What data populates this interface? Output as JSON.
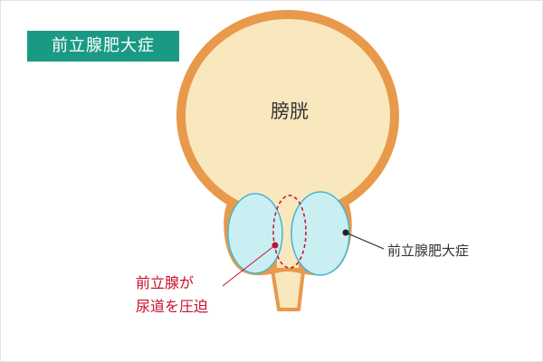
{
  "title": "前立腺肥大症",
  "labels": {
    "bladder": "膀胱",
    "enlargement": "前立腺肥大症",
    "compression_line1": "前立腺が",
    "compression_line2": "尿道を圧迫"
  },
  "colors": {
    "title_bg": "#1a9a84",
    "title_text": "#ffffff",
    "bladder_wall": "#e8994a",
    "bladder_fill": "#f9e7be",
    "prostate_fill": "#c9eff2",
    "prostate_stroke": "#41b6d6",
    "urethra_fill": "#f9e7be",
    "urethra_stroke": "#e8994a",
    "compression_color": "#c8102e",
    "leader_black": "#222222",
    "text_dark": "#333333"
  }
}
